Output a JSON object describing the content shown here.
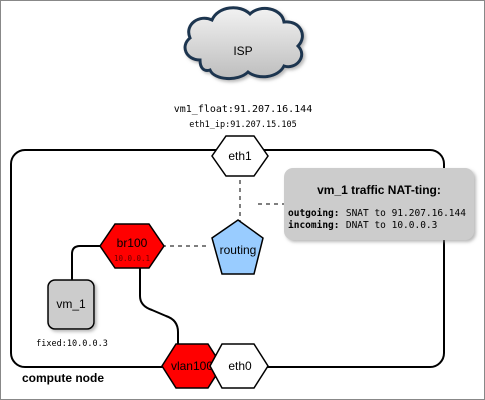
{
  "isp": {
    "label": "ISP"
  },
  "float": {
    "vm1_float": "vm1_float:91.207.16.144",
    "eth1_ip": "eth1_ip:91.207.15.105"
  },
  "compute_node": {
    "label": "compute node"
  },
  "eth1": {
    "label": "eth1"
  },
  "routing": {
    "label": "routing"
  },
  "br100": {
    "label": "br100",
    "ip": "10.0.0.1"
  },
  "vm1": {
    "label": "vm_1",
    "fixed": "fixed:10.0.0.3"
  },
  "vlan100": {
    "label": "vlan100"
  },
  "eth0": {
    "label": "eth0"
  },
  "nat": {
    "title": "vm_1 traffic NAT-ting:",
    "outgoing_key": "outgoing:",
    "outgoing_val": "SNAT to 91.207.16.144",
    "incoming_key": "incoming:",
    "incoming_val": "DNAT to 10.0.0.3"
  },
  "colors": {
    "red": "#ff0000",
    "blue": "#99ccff",
    "gray": "#cccccc",
    "cloud": "#d9d9d9"
  }
}
